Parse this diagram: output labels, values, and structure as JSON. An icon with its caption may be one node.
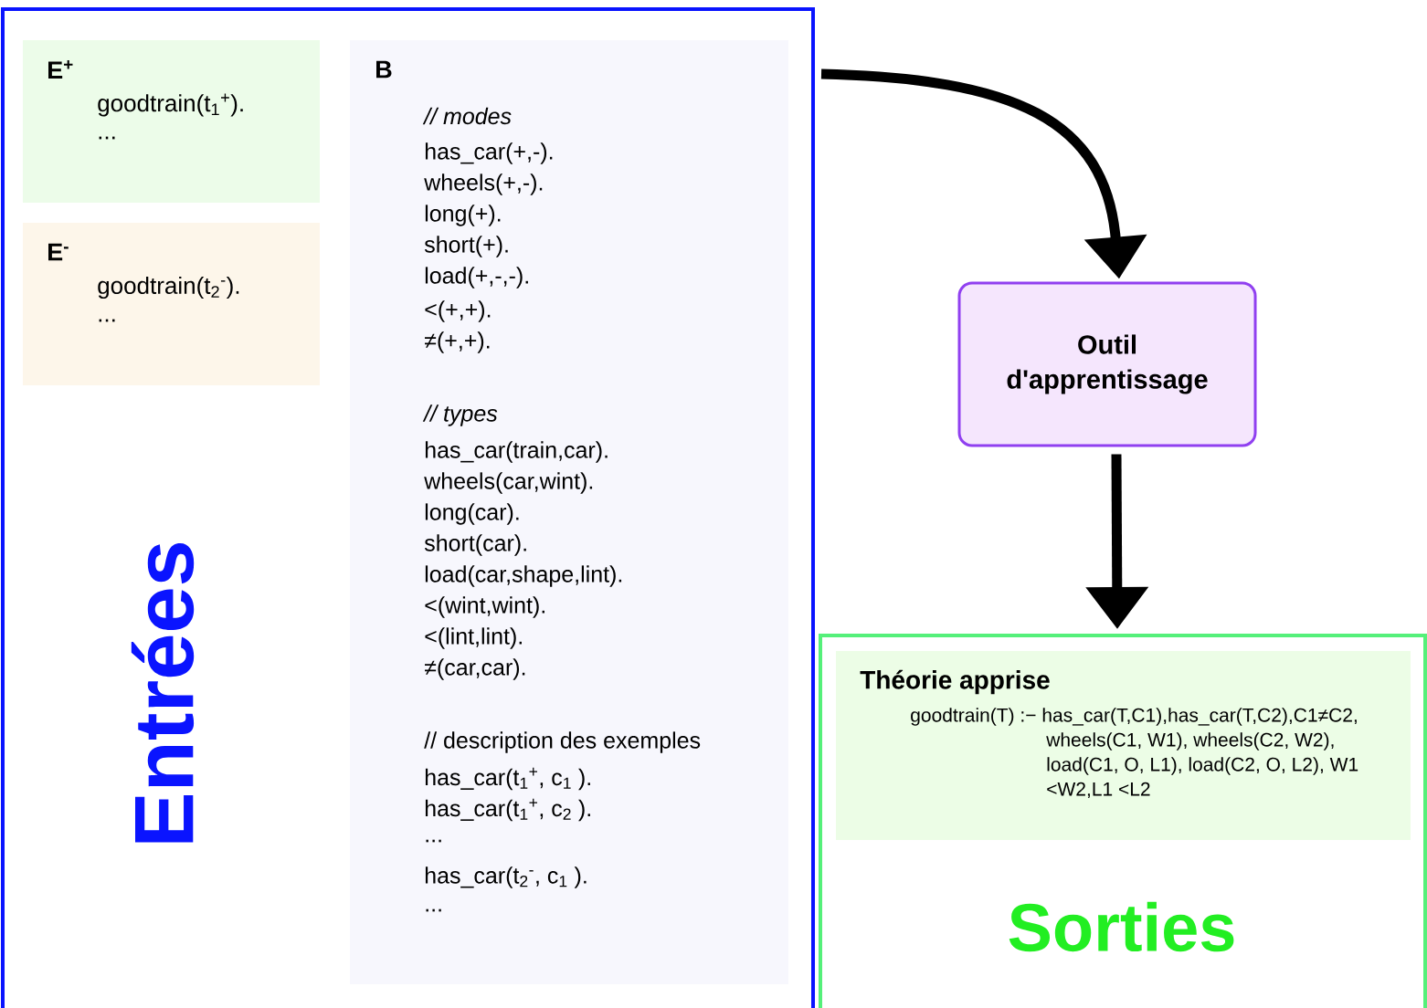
{
  "diagram": {
    "nodes": [
      {
        "text": [
          "Entrées"
        ]
      },
      {
        "text": [
          "E$^{+}$",
          "goodtrain(t$_{1}$$^{+}$).",
          "..."
        ],
        "in": 0
      },
      {
        "text": [
          "E$^{-}$",
          "goodtrain(t$_{2}$$^{-}$).",
          "..."
        ],
        "in": 0
      },
      {
        "text": [
          "B",
          "// modes",
          "has_car(+,-).",
          "wheels(+,-).",
          "long(+).",
          "short(+).",
          "load(+,-,-).",
          "<(+,+).",
          "≠(+,+).",
          "// types",
          "has_car(train,car).",
          "wheels(car,wint).",
          "long(car).",
          "short(car).",
          "load(car,shape,lint).",
          "<(wint,wint).",
          "<(lint,lint).",
          "≠(car,car).",
          "// description des exemples",
          "has_car(t$_{1}$$^{+}$, c$_{1}$ ).",
          "has_car(t$_{1}$$^{+}$, c$_{2}$ ).",
          "...",
          "has_car(t$_{2}$$^{-}$, c$_{1}$ ).",
          "..."
        ],
        "in": 0
      },
      {
        "text": [
          "Outil d'apprentissage"
        ]
      },
      {
        "text": [
          "Sorties"
        ]
      },
      {
        "text": [
          "Théorie apprise",
          "goodtrain(T) :− has_car(T,C1),has_car(T,C2),C1≠C2, wheels(C1, W1), wheels(C2, W2), load(C1, O, L1), load(C2, O, L2), W1 <W2,L1 <L2"
        ],
        "in": 5
      }
    ],
    "edges": [
      {
        "from": 0,
        "to": 4,
        "arrow": "to"
      },
      {
        "from": 4,
        "to": 5,
        "arrow": "to"
      }
    ]
  }
}
